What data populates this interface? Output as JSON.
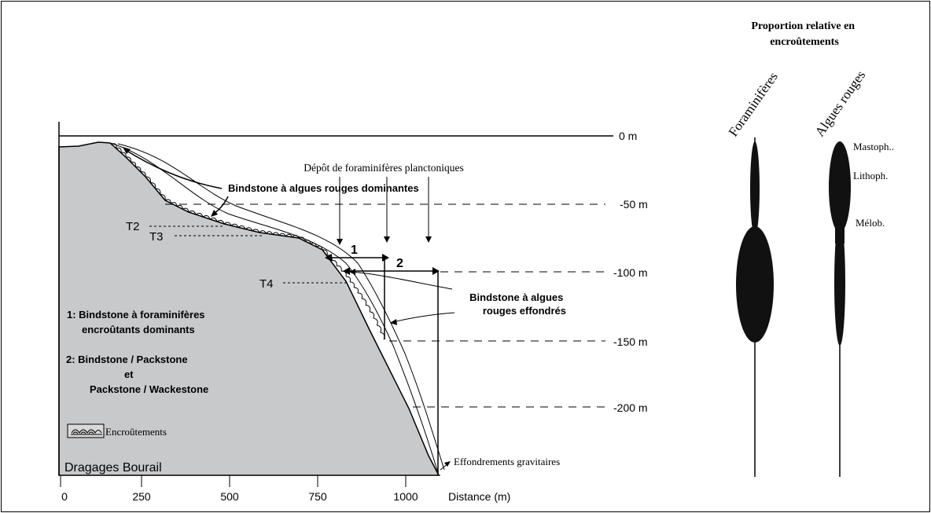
{
  "profile": {
    "sea_level_label": "0 m",
    "depth_labels": [
      "-50 m",
      "-100 m",
      "-150 m",
      "-200 m"
    ],
    "distance_ticks": [
      "0",
      "250",
      "500",
      "750",
      "1000"
    ],
    "distance_label": "Distance (m)",
    "location_label": "Dragages Bourail",
    "terrace_labels": [
      "T2",
      "T3",
      "T4"
    ],
    "zone_labels": [
      "1",
      "2"
    ],
    "deposit_label": "Dépôt de foraminifères planctoniques",
    "red_algae_bindstone": "Bindstone à algues rouges dominantes",
    "collapsed_bindstone": [
      "Bindstone à algues",
      "rouges effondrés"
    ],
    "collapse_label": "Effondrements gravitaires"
  },
  "legend": {
    "zone1": [
      "1: Bindstone à foraminifères",
      "encroûtants dominants"
    ],
    "zone2": [
      "2: Bindstone / Packstone",
      "et",
      "Packstone / Wackestone"
    ],
    "encrust_label": "Encroûtements"
  },
  "proportion": {
    "title": [
      "Proportion relative en",
      "encroûtements"
    ],
    "column_labels": [
      "Foraminifères",
      "Algues rouges"
    ],
    "algae_types": [
      "Mastoph..",
      "Lithoph.",
      "Mélob."
    ]
  }
}
